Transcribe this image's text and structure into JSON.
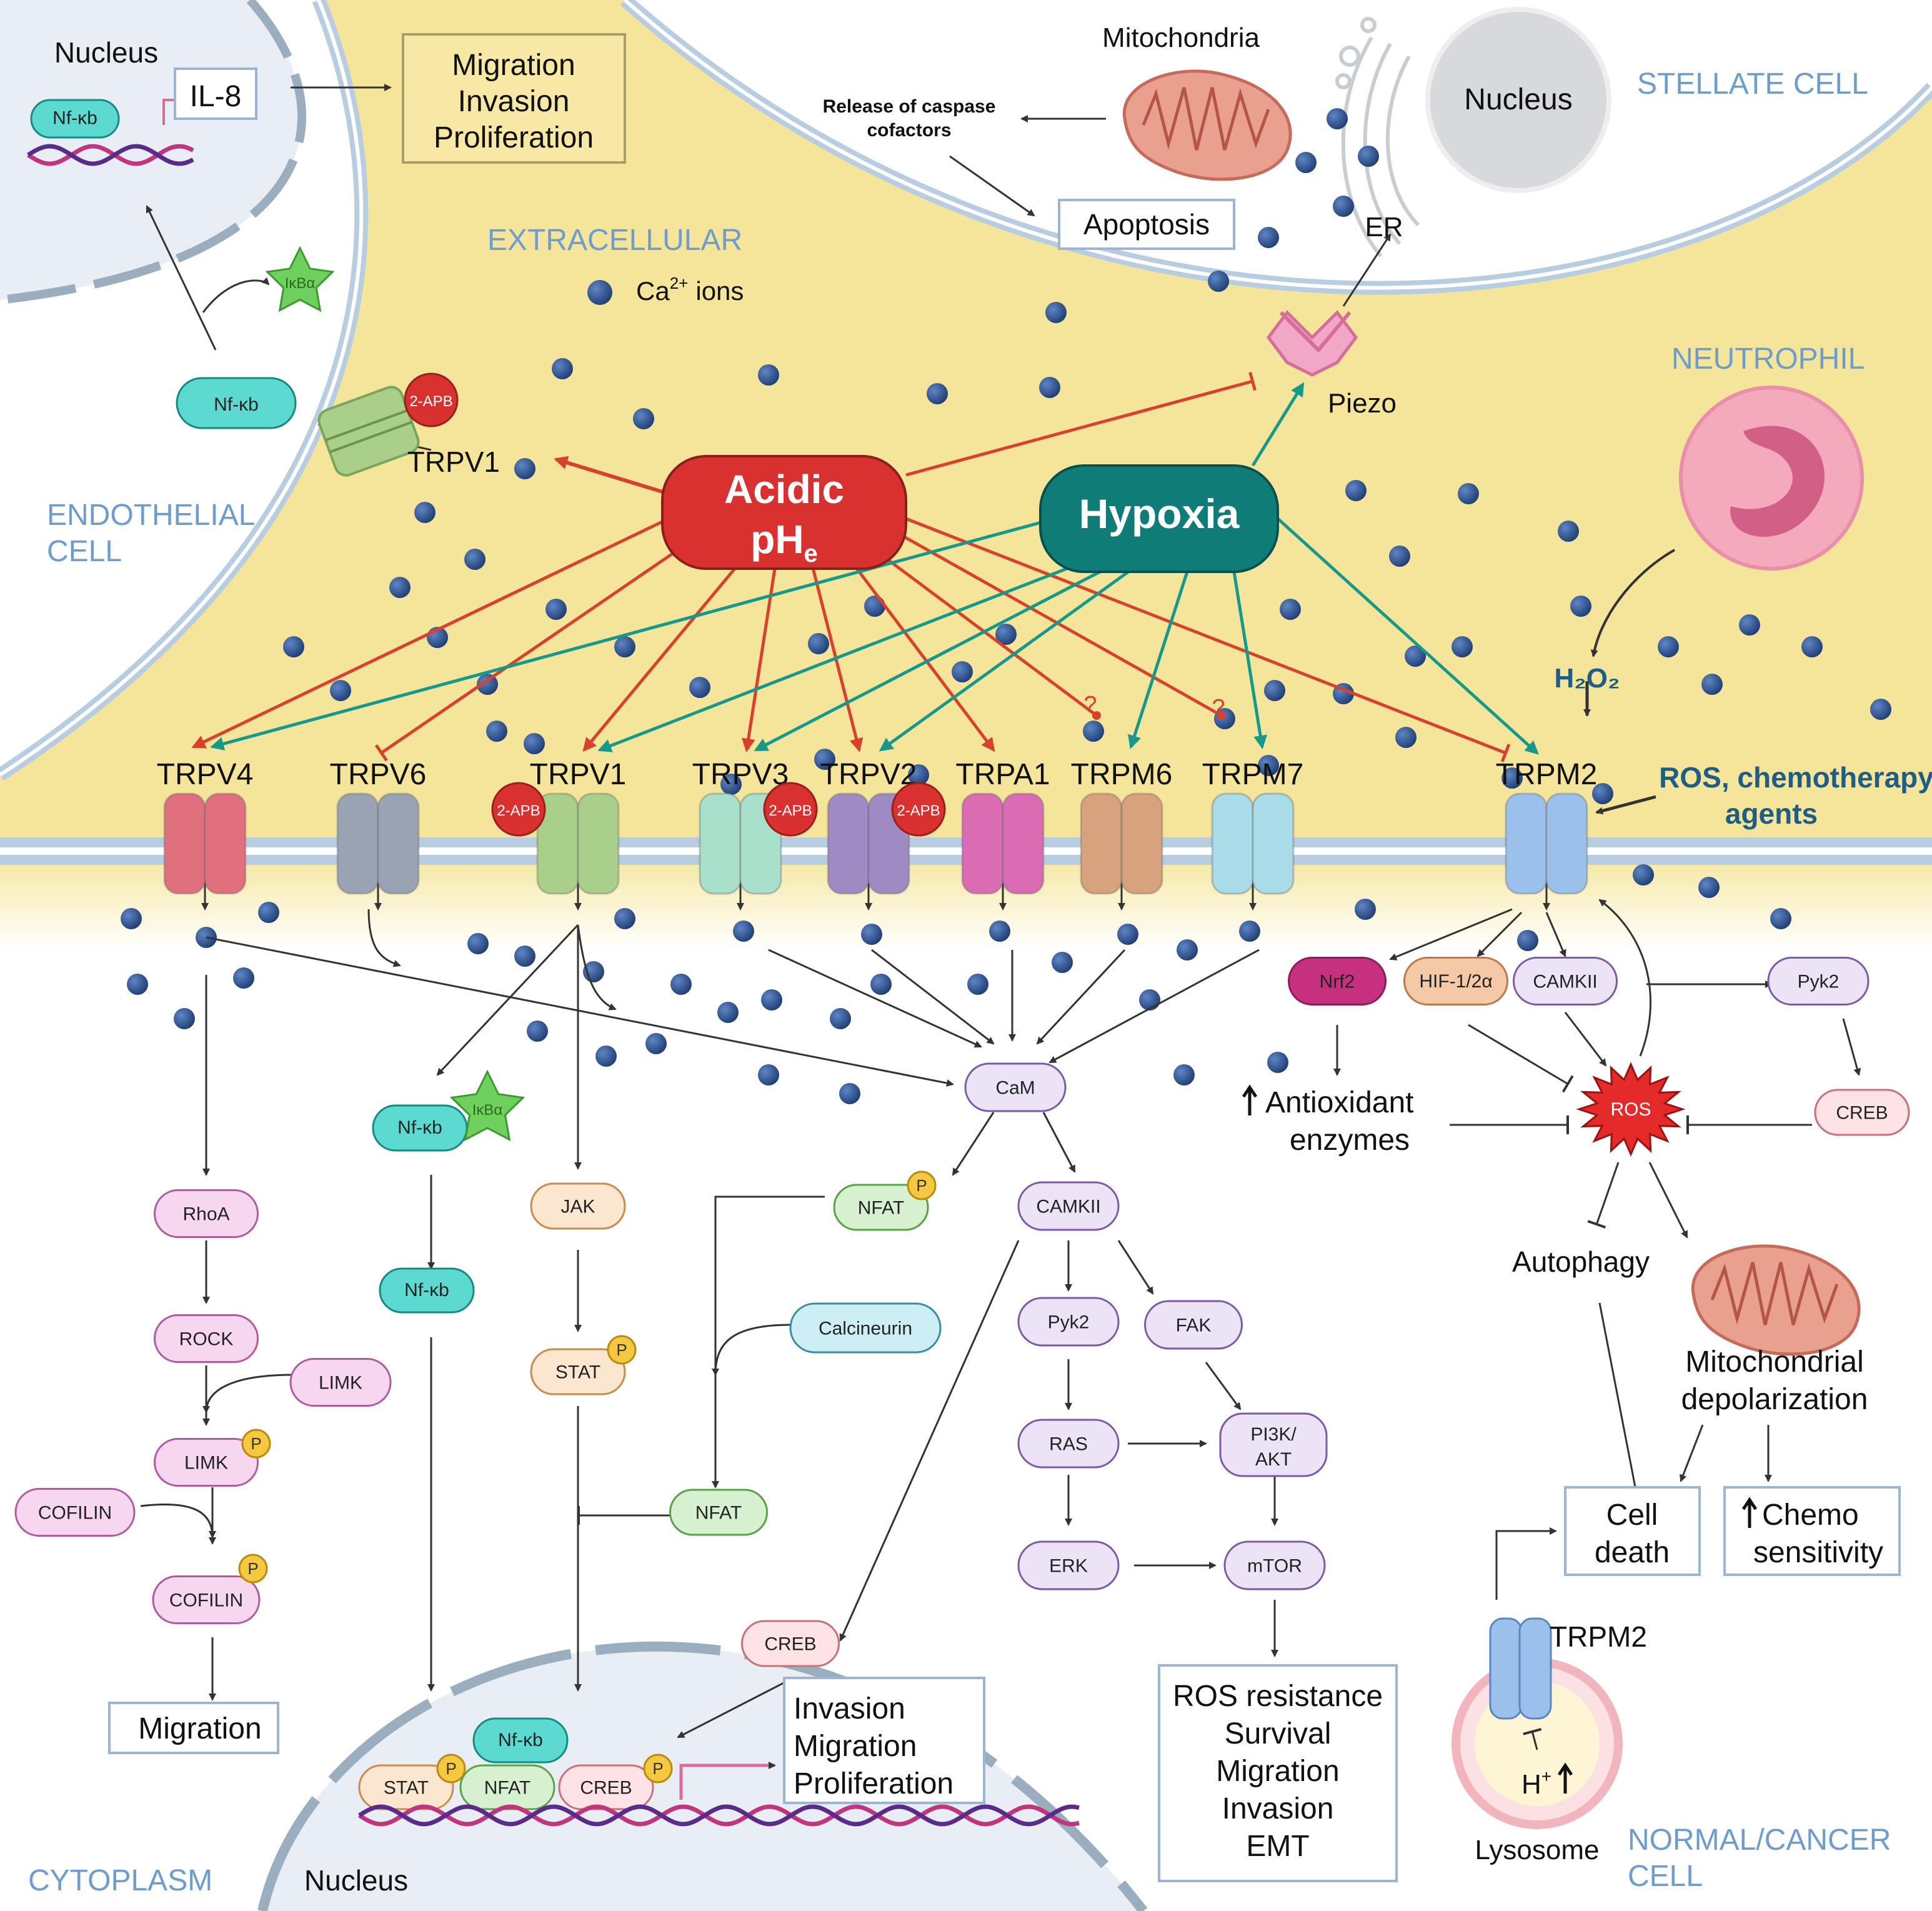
{
  "regions": {
    "endothelial": "ENDOTHELIAL\nCELL",
    "stellate": "STELLATE CELL",
    "neutrophil": "NEUTROPHIL",
    "extracellular": "EXTRACELLULAR",
    "cytoplasm": "CYTOPLASM",
    "normal_cancer": "NORMAL/CANCER\nCELL",
    "nucleus": "Nucleus"
  },
  "stimuli": {
    "acidic_line1": "Acidic",
    "acidic_line2": "pH",
    "acidic_sub": "e",
    "hypoxia": "Hypoxia",
    "h2o2": "H₂O₂",
    "ros_chemo_line1": "ROS, chemotherapy",
    "ros_chemo_line2": "agents"
  },
  "ions": {
    "ca_label": "Ca",
    "ca_sup": "2+",
    "ca_suffix": "ions"
  },
  "endothelial": {
    "nucleus": "Nucleus",
    "nfkb_dna": "Nf-κb",
    "il8": "IL-8",
    "outcome": [
      "Migration",
      "Invasion",
      "Proliferation"
    ],
    "ikba": "IκBα",
    "nfkb": "Nf-κb",
    "apb": "2-APB",
    "trpv1": "TRPV1"
  },
  "stellate": {
    "mitochondria": "Mitochondria",
    "release": [
      "Release of caspase",
      "cofactors"
    ],
    "apoptosis": "Apoptosis",
    "nucleus": "Nucleus",
    "er": "ER",
    "piezo": "Piezo"
  },
  "channels": [
    {
      "label": "TRPV4",
      "color": "#e0707e",
      "apb": ""
    },
    {
      "label": "TRPV6",
      "color": "#9aa3b4",
      "apb": ""
    },
    {
      "label": "TRPV1",
      "color": "#a9cf8b",
      "apb": "2-APB"
    },
    {
      "label": "TRPV3",
      "color": "#a8e0cc",
      "apb": "2-APB"
    },
    {
      "label": "TRPV2",
      "color": "#a08ac4",
      "apb": "2-APB"
    },
    {
      "label": "TRPA1",
      "color": "#d96cb3",
      "apb": ""
    },
    {
      "label": "TRPM6",
      "color": "#d7a27d",
      "apb": ""
    },
    {
      "label": "TRPM7",
      "color": "#a9dbe8",
      "apb": ""
    },
    {
      "label": "TRPM2",
      "color": "#9cc0ec",
      "apb": ""
    }
  ],
  "question_mark": "?",
  "phospho": "P",
  "pathway": {
    "rhoa": "RhoA",
    "rock": "ROCK",
    "limk": "LIMK",
    "limk_p": "LIMK",
    "cofilin": "COFILIN",
    "cofilin_p": "COFILIN",
    "migration": "Migration",
    "nfkb_ikba": "Nf-κb",
    "ikba": "IκBα",
    "nfkb": "Nf-κb",
    "jak": "JAK",
    "stat": "STAT",
    "nfat_p": "NFAT",
    "calcineurin": "Calcineurin",
    "nfat": "NFAT",
    "cam": "CaM",
    "camkii": "CAMKII",
    "pyk2": "Pyk2",
    "fak": "FAK",
    "ras": "RAS",
    "pi3k": "PI3K/",
    "akt": "AKT",
    "erk": "ERK",
    "mtor": "mTOR",
    "creb": "CREB",
    "outcome_right": [
      "ROS resistance",
      "Survival",
      "Migration",
      "Invasion",
      "EMT"
    ]
  },
  "nucleus_complex": {
    "stat": "STAT",
    "nfat": "NFAT",
    "nfkb": "Nf-κb",
    "creb": "CREB",
    "outcome": [
      "Invasion",
      "Migration",
      "Proliferation"
    ],
    "label": "Nucleus"
  },
  "trpm2_path": {
    "nrf2": "Nrf2",
    "hif": "HIF-1/2α",
    "camkii": "CAMKII",
    "pyk2": "Pyk2",
    "creb": "CREB",
    "ros": "ROS",
    "antioxidant": [
      "Antioxidant",
      "enzymes"
    ],
    "autophagy": "Autophagy",
    "mito_depol": [
      "Mitochondrial",
      "depolarization"
    ],
    "cell_death": [
      "Cell",
      "death"
    ],
    "chemo": [
      "Chemo",
      "sensitivity"
    ],
    "trpm2_lyso": "TRPM2",
    "h_plus": "H",
    "h_sup": "+",
    "lysosome": "Lysosome"
  },
  "colors": {
    "extracellular": "#f5e59a",
    "acidic": "#d9312f",
    "hypoxia": "#0f7c77",
    "green_arrow": "#16998b",
    "red_arrow": "#d9412f",
    "ion": "#2d4f8a",
    "membrane": "#b9cde0"
  }
}
